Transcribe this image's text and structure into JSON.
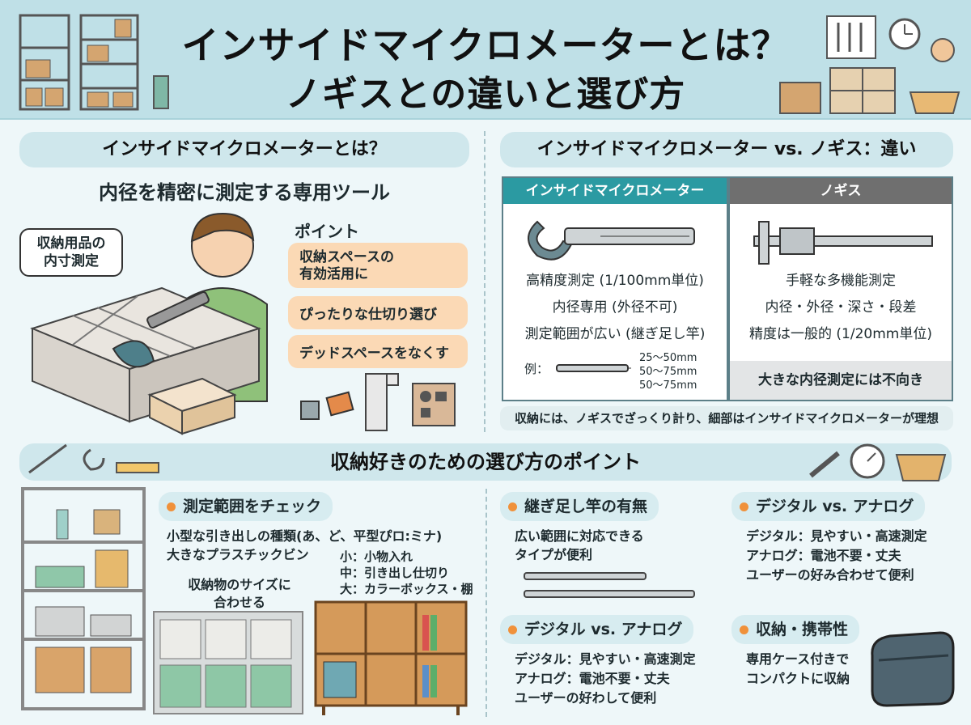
{
  "header": {
    "title_line1": "インサイドマイクロメーターとは？",
    "title_line2": "ノギスとの違いと選び方"
  },
  "left": {
    "section_title": "インサイドマイクロメーターとは？",
    "subtitle": "内径を精密に測定する専用ツール",
    "bubble": "収納用品の\n内寸測定",
    "points_label": "ポイント",
    "points": [
      "収納スペースの\n有効活用に",
      "ぴったりな仕切り選び",
      "デッドスペースをなくす"
    ]
  },
  "right": {
    "section_title": "インサイドマイクロメーター vs. ノギス：違い",
    "col1": {
      "header": "インサイドマイクロメーター",
      "lines": [
        "高精度測定 (1/100mm単位)",
        "内径専用 (外径不可)",
        "測定範囲が広い (継ぎ足し竿)"
      ],
      "example_label": "例：",
      "ranges": [
        "25〜50mm",
        "50〜75mm",
        "50〜75mm"
      ]
    },
    "col2": {
      "header": "ノギス",
      "lines": [
        "手軽な多機能測定",
        "内径・外径・深さ・段差",
        "精度は一般的 (1/20mm単位)"
      ],
      "note": "大きな内径測定には不向き"
    },
    "footnote": "収納には、ノギスでざっくり計り、細部はインサイドマイクロメーターが理想"
  },
  "bottom": {
    "section_title": "収納好きのための選び方のポイント",
    "f1": {
      "title": "測定範囲をチェック",
      "lines": [
        "小型な引き出しの種類(あ、ど、平型ぴロ:ミナ)",
        "大きなプラスチックビン"
      ],
      "size_map": [
        "小：小物入れ",
        "中：引き出し仕切り",
        "大：カラーボックス・棚"
      ],
      "caption": "収納物のサイズに\n合わせる"
    },
    "f2": {
      "title": "継ぎ足し竿の有無",
      "lines": [
        "広い範囲に対応できる",
        "タイプが便利"
      ]
    },
    "f3": {
      "title": "デジタル vs. アナログ",
      "lines": [
        "デジタル：見やすい・高速測定",
        "アナログ：電池不要・丈夫",
        "ユーザーの好わして便利"
      ]
    },
    "f4": {
      "title": "デジタル vs. アナログ",
      "lines": [
        "デジタル：見やすい・高速測定",
        "アナログ：電池不要・丈夫",
        "ユーザーの好み合わせて便利"
      ]
    },
    "f5": {
      "title": "収納・携帯性",
      "lines": [
        "専用ケース付きで",
        "コンパクトに収納"
      ]
    }
  },
  "colors": {
    "header_bg": "#bfe0e7",
    "accent_teal": "#2b9aa2",
    "accent_gray": "#6f6f6f",
    "card_orange": "#fbd9b5",
    "dot_orange": "#f0913a"
  }
}
